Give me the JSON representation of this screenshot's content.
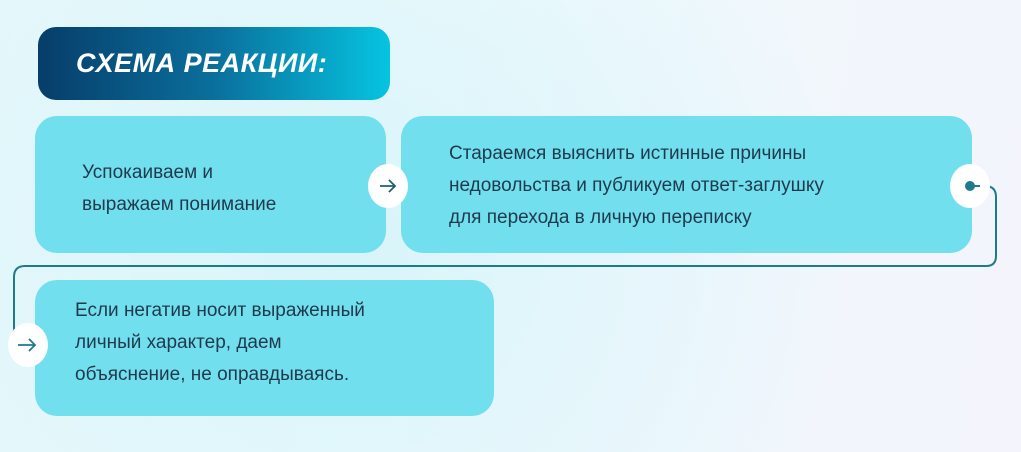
{
  "title": "СХЕМА РЕАКЦИИ:",
  "steps": [
    {
      "text": "Успокаиваем и\nвыражаем понимание"
    },
    {
      "text": "Стараемся выяснить истинные причины\nнедовольства и публикуем ответ-заглушку\nдля перехода в личную переписку"
    },
    {
      "text": "Если негатив носит выраженный\nличный характер, даем\nобъяснение, не оправдываясь."
    }
  ],
  "colors": {
    "box": "#72dfee",
    "connector": "#1f7a8c",
    "title_start": "#073d6a",
    "title_end": "#06c4e0"
  }
}
